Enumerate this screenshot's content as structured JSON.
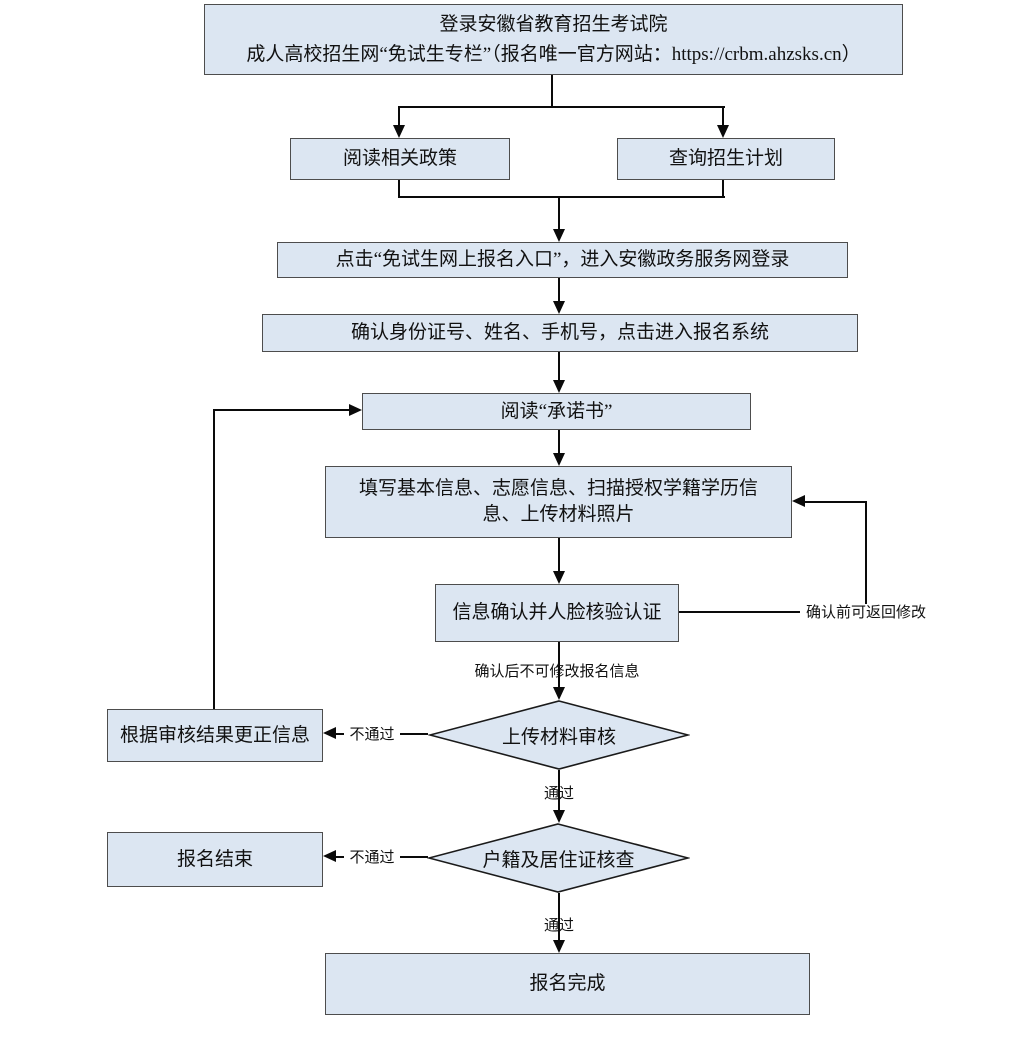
{
  "diagram": {
    "background_color": "#ffffff",
    "node_fill_color": "#dce6f2",
    "node_border_color": "#4d4d4d",
    "line_color": "#0a0a0a",
    "nodes": {
      "login": {
        "line1": "登录安徽省教育招生考试院",
        "line2": "成人高校招生网“免试生专栏”（报名唯一官方网站：https://crbm.ahzsks.cn）"
      },
      "read_policy": {
        "label": "阅读相关政策"
      },
      "query_plan": {
        "label": "查询招生计划"
      },
      "click_entry": {
        "label": "点击“免试生网上报名入口”，进入安徽政务服务网登录"
      },
      "confirm_identity": {
        "label": "确认身份证号、姓名、手机号，点击进入报名系统"
      },
      "read_commitment": {
        "label": "阅读“承诺书”"
      },
      "fill_info": {
        "label": "填写基本信息、志愿信息、扫描授权学籍学历信息、上传材料照片"
      },
      "confirm_face": {
        "label": "信息确认并人脸核验认证"
      },
      "material_review": {
        "label": "上传材料审核"
      },
      "correct_info": {
        "label": "根据审核结果更正信息"
      },
      "residence_check": {
        "label": "户籍及居住证核查"
      },
      "registration_end": {
        "label": "报名结束"
      },
      "registration_complete": {
        "label": "报名完成"
      }
    },
    "edge_labels": {
      "before_confirm_note": "确认前可返回修改",
      "after_confirm_note": "确认后不可修改报名信息",
      "fail": "不通过",
      "pass": "通过"
    }
  }
}
